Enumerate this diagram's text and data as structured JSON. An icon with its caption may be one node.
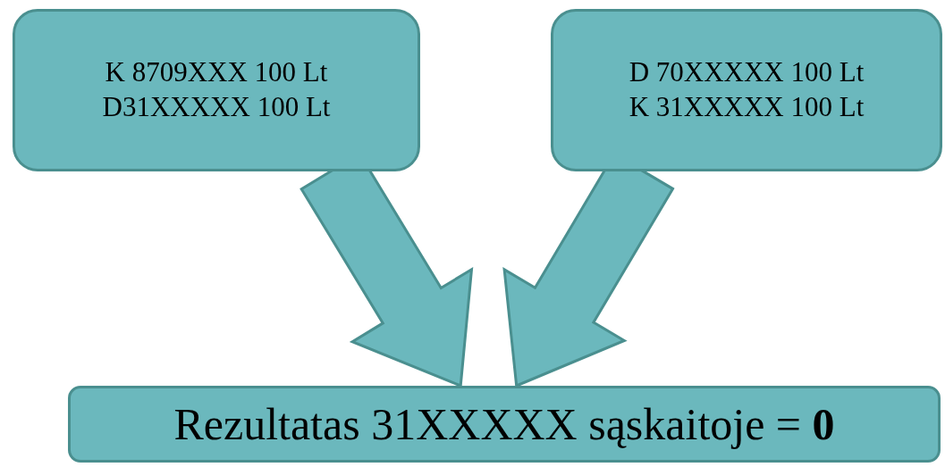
{
  "diagram": {
    "nodes": [
      {
        "text": [
          "K 8709XXX 100 Lt",
          "D31XXXXX 100 Lt"
        ]
      },
      {
        "text": [
          "D 70XXXXX 100 Lt",
          "K 31XXXXX 100 Lt"
        ]
      },
      {
        "text": [
          "Rezultatas 31XXXXX sąskaitoje = **0**"
        ]
      }
    ],
    "edges": [
      {
        "from": 0,
        "to": 2,
        "arrow": "to",
        "style": "thick"
      },
      {
        "from": 1,
        "to": 2,
        "arrow": "to",
        "style": "thick"
      }
    ]
  }
}
